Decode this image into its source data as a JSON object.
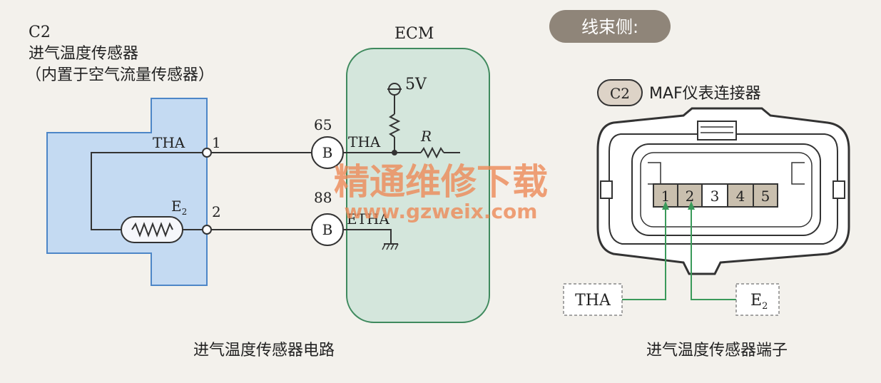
{
  "sensor": {
    "id": "C2",
    "name": "进气温度传感器",
    "note": "（内置于空气流量传感器）",
    "pin1_label": "THA",
    "pin1_num": "1",
    "pin2_label": "E",
    "pin2_sub": "2",
    "pin2_num": "2"
  },
  "ecm": {
    "title": "ECM",
    "voltage": "5V",
    "resistor": "R",
    "pin_top_num": "65",
    "pin_top_label": "THA",
    "pin_bottom_num": "88",
    "pin_bottom_label": "ETHA",
    "connector_letter": "B"
  },
  "connector_view": {
    "badge": "线束侧:",
    "connector_id": "C2",
    "connector_name": "MAF仪表连接器",
    "pins": [
      "1",
      "2",
      "3",
      "4",
      "5"
    ],
    "callout_tha": "THA",
    "callout_e": "E",
    "callout_e_sub": "2"
  },
  "captions": {
    "left": "进气温度传感器电路",
    "right": "进气温度传感器端子"
  },
  "watermark": {
    "title": "精通维修下载",
    "url": "www.gzweix.com"
  }
}
